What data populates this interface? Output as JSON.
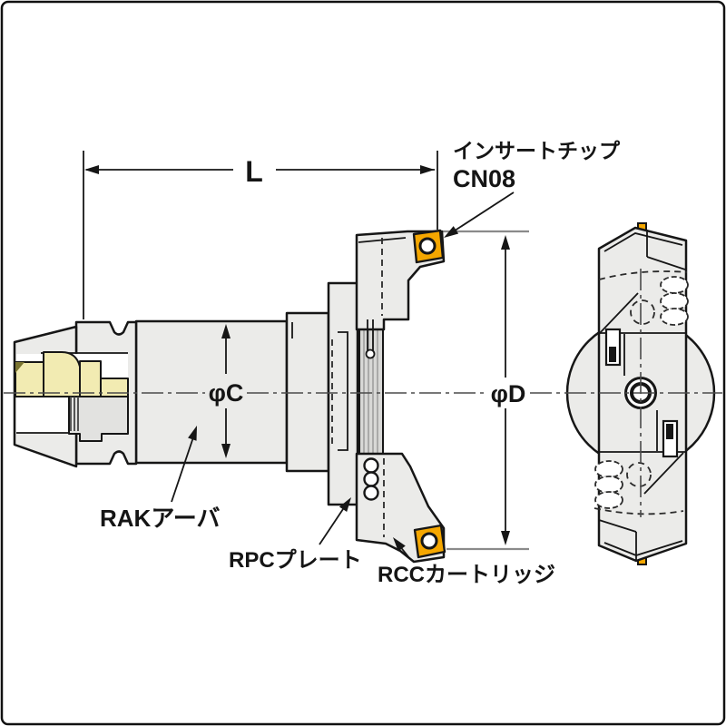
{
  "diagram": {
    "type": "engineering-drawing",
    "views": {
      "side_view": "arbor-with-face-mill-section",
      "front_view": "cutter-head-front"
    },
    "dimension_labels": {
      "length": "L",
      "arbor_diameter": "φC",
      "cutter_diameter": "φD"
    },
    "callouts": {
      "insert_chip_line1": "インサートチップ",
      "insert_chip_line2": "CN08",
      "arbor": "RAKアーバ",
      "plate": "RPCプレート",
      "cartridge": "RCCカートリッジ"
    },
    "colors": {
      "insert": "#F5A700",
      "internal_parts": "#F2EBB2",
      "internal_dark_corner": "#7A7430",
      "body_fill": "#EBEBE9",
      "plate_fill": "#D8D8D6",
      "plate_stripe": "#9A9A9A",
      "outline": "#161616",
      "extension_line": "#8A8A8A",
      "background": "#FFFFFF"
    }
  }
}
